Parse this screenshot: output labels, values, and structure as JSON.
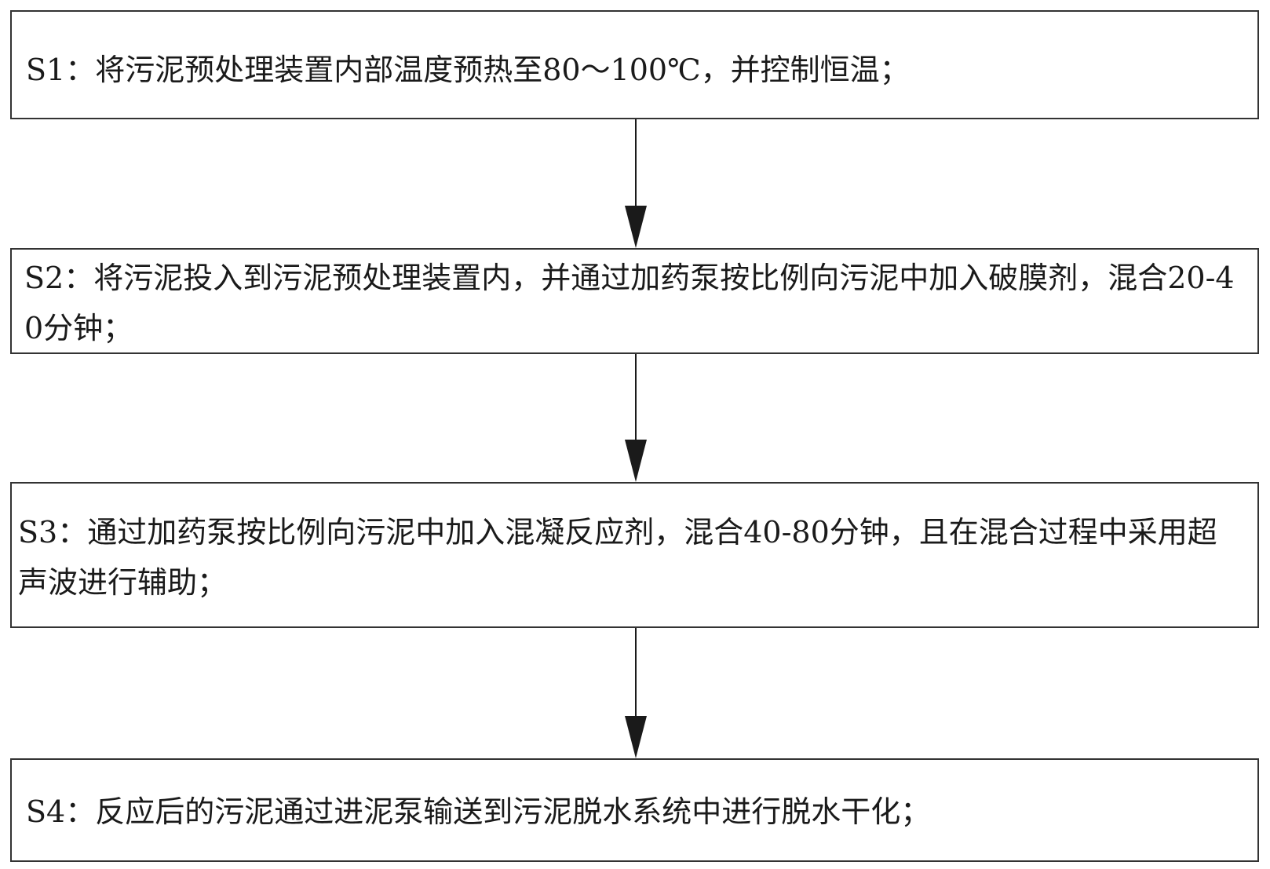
{
  "steps": [
    {
      "id": "S1",
      "text": "S1：将污泥预处理装置内部温度预热至80～100℃，并控制恒温；"
    },
    {
      "id": "S2",
      "text": "S2：将污泥投入到污泥预处理装置内，并通过加药泵按比例向污泥中加入破膜剂，混合20-40分钟；"
    },
    {
      "id": "S3",
      "text": "S3：通过加药泵按比例向污泥中加入混凝反应剂，混合40-80分钟，且在混合过程中采用超声波进行辅助；"
    },
    {
      "id": "S4",
      "text": "S4：反应后的污泥通过进泥泵输送到污泥脱水系统中进行脱水干化；"
    }
  ],
  "colors": {
    "border": "#333333",
    "arrow": "#1a1a1a",
    "text": "#1a1a1a"
  }
}
